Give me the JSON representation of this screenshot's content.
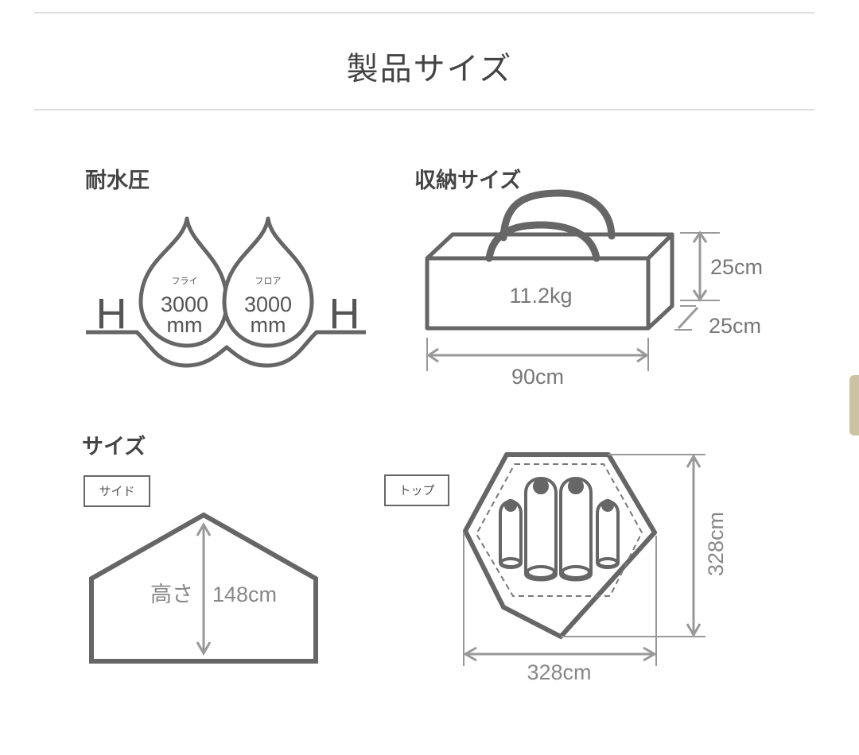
{
  "page": {
    "title": "製品サイズ"
  },
  "water_resistance": {
    "heading": "耐水圧",
    "left_mark": "H",
    "right_mark": "H",
    "fly": {
      "label": "フライ",
      "value": "3000",
      "unit": "mm"
    },
    "floor": {
      "label": "フロア",
      "value": "3000",
      "unit": "mm"
    }
  },
  "storage": {
    "heading": "収納サイズ",
    "weight": "11.2kg",
    "height": "25cm",
    "depth": "25cm",
    "width": "90cm"
  },
  "size": {
    "heading": "サイズ",
    "side_tag": "サイド",
    "top_tag": "トップ",
    "height_label": "高さ",
    "height_value": "148cm",
    "top_width": "328cm",
    "top_depth": "328cm"
  },
  "colors": {
    "stroke": "#666666",
    "dim": "#999999",
    "scroll_thumb": "#cbc3a3"
  }
}
